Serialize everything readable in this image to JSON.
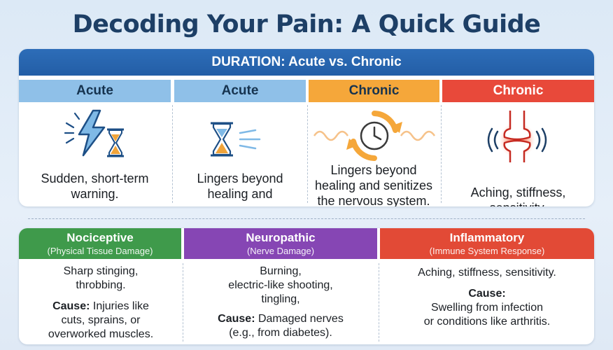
{
  "title": "Decoding Your Pain: A Quick Guide",
  "duration": {
    "header": "DURATION: Acute vs. Chronic",
    "columns": [
      {
        "label": "Acute",
        "icon": "lightning-hourglass-icon",
        "text_lines": [
          "Sudden, short-term",
          "warning."
        ]
      },
      {
        "label": "Acute",
        "icon": "hourglass-icon",
        "text_lines": [
          "Lingers beyond",
          "healing and"
        ]
      },
      {
        "label": "Chronic",
        "icon": "cycle-clock-icon",
        "text_lines": [
          "Lingers beyond",
          "healing and senitizes",
          "the nervous system."
        ]
      },
      {
        "label": "Chronic",
        "icon": "inflamed-joint-icon",
        "text_lines": [
          "Aching, stiffness,",
          "sensitivity."
        ]
      }
    ]
  },
  "types": [
    {
      "name": "Nociceptive",
      "subtitle": "(Physical Tissue Damage)",
      "desc_lines": [
        "Sharp stinging,",
        "throbbing."
      ],
      "cause_label": "Cause:",
      "cause_lines": [
        " Injuries like",
        "cuts, sprains, or",
        "overworked muscles."
      ],
      "color": "#3f9a4b"
    },
    {
      "name": "Neuropathic",
      "subtitle": "(Nerve Damage)",
      "desc_lines": [
        "Burning,",
        "electric-like shooting,",
        "tingling,"
      ],
      "cause_label": "Cause:",
      "cause_lines": [
        " Damaged nerves",
        "(e.g., from diabetes)."
      ],
      "color": "#8646b4"
    },
    {
      "name": "Inflammatory",
      "subtitle": "(Immune System Response)",
      "desc_lines": [
        "Aching, stiffness, sensitivity."
      ],
      "cause_label": "Cause:",
      "cause_lines": [
        "Swelling from infection",
        "or conditions like arthritis."
      ],
      "color": "#e24a36"
    }
  ],
  "colors": {
    "title": "#1d3f66",
    "duration_bar": "#2d6db8",
    "acute_header": "#8fc0e8",
    "chronic_orange": "#f5a73a",
    "chronic_red": "#e8493a"
  }
}
